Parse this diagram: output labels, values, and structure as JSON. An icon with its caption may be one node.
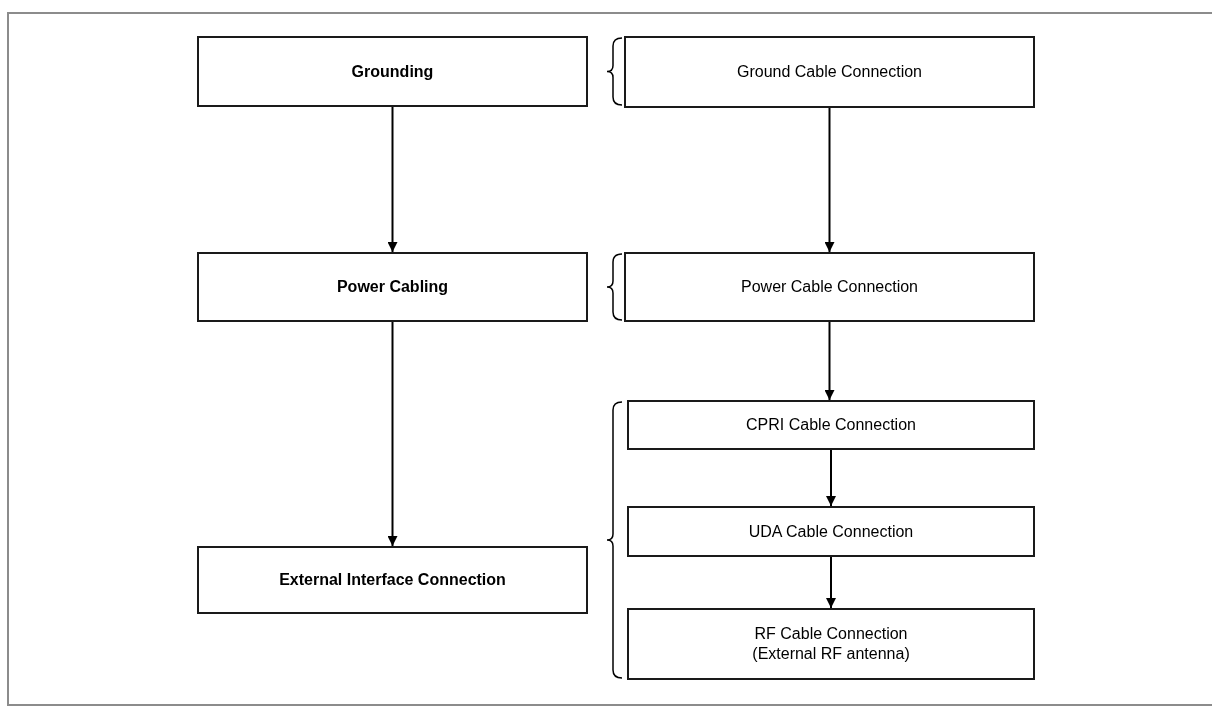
{
  "diagram": {
    "nodes": [
      {
        "text": [
          "Grounding"
        ]
      },
      {
        "text": [
          "Ground Cable Connection"
        ]
      },
      {
        "text": [
          "Power Cabling"
        ]
      },
      {
        "text": [
          "Power Cable Connection"
        ]
      },
      {
        "text": [
          "External Interface Connection"
        ]
      },
      {
        "text": [
          "CPRI Cable Connection"
        ]
      },
      {
        "text": [
          "UDA Cable Connection"
        ]
      },
      {
        "text": [
          "RF Cable Connection (External RF antenna)"
        ]
      }
    ],
    "edges": [
      {
        "from": 0,
        "to": 2,
        "arrow": "to"
      },
      {
        "from": 2,
        "to": 4,
        "arrow": "to"
      },
      {
        "from": 1,
        "to": 3,
        "arrow": "to"
      },
      {
        "from": 3,
        "to": 5,
        "arrow": "to"
      },
      {
        "from": 5,
        "to": 6,
        "arrow": "to"
      },
      {
        "from": 6,
        "to": 7,
        "arrow": "to"
      }
    ]
  }
}
